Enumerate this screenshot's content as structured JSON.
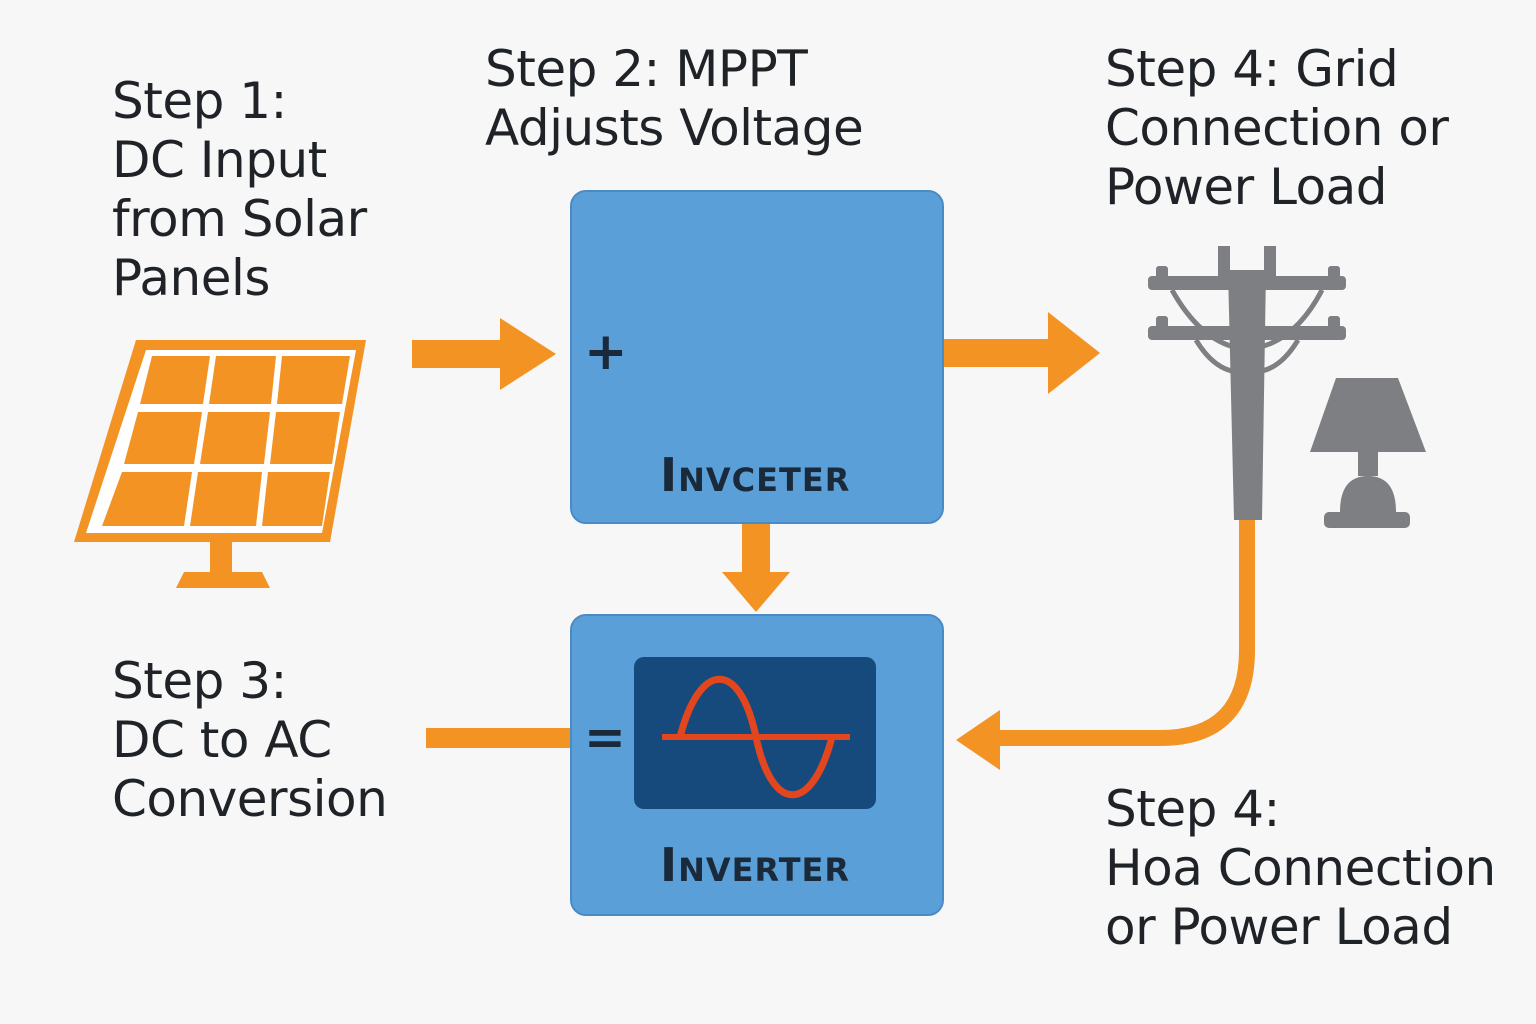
{
  "steps": {
    "step1": "Step 1:\nDC Input\nfrom Solar\nPanels",
    "step2": "Step 2: MPPT\nAdjusts Voltage",
    "step3": "Step 3:\nDC to AC\nConversion",
    "step4_top": "Step 4: Grid\nConnection or\nPower Load",
    "step4_bottom": "Step 4:\nHoa Connection\nor Power Load"
  },
  "boxes": {
    "mppt_label": "Invceter",
    "inverter_label": "Inverter",
    "plus_symbol": "+",
    "equals_symbol": "="
  },
  "icons": {
    "solar_panel": "solar-panel-icon",
    "gears": "gears-icon",
    "sine_wave": "sine-wave-icon",
    "utility_pole": "utility-pole-icon",
    "lamp": "lamp-icon"
  },
  "colors": {
    "background": "#f7f7f7",
    "accent_orange": "#f39324",
    "box_blue": "#5b9fd9",
    "gear_navy": "#1b5389",
    "wave_red": "#e2461f",
    "pole_gray": "#7d7f83"
  }
}
